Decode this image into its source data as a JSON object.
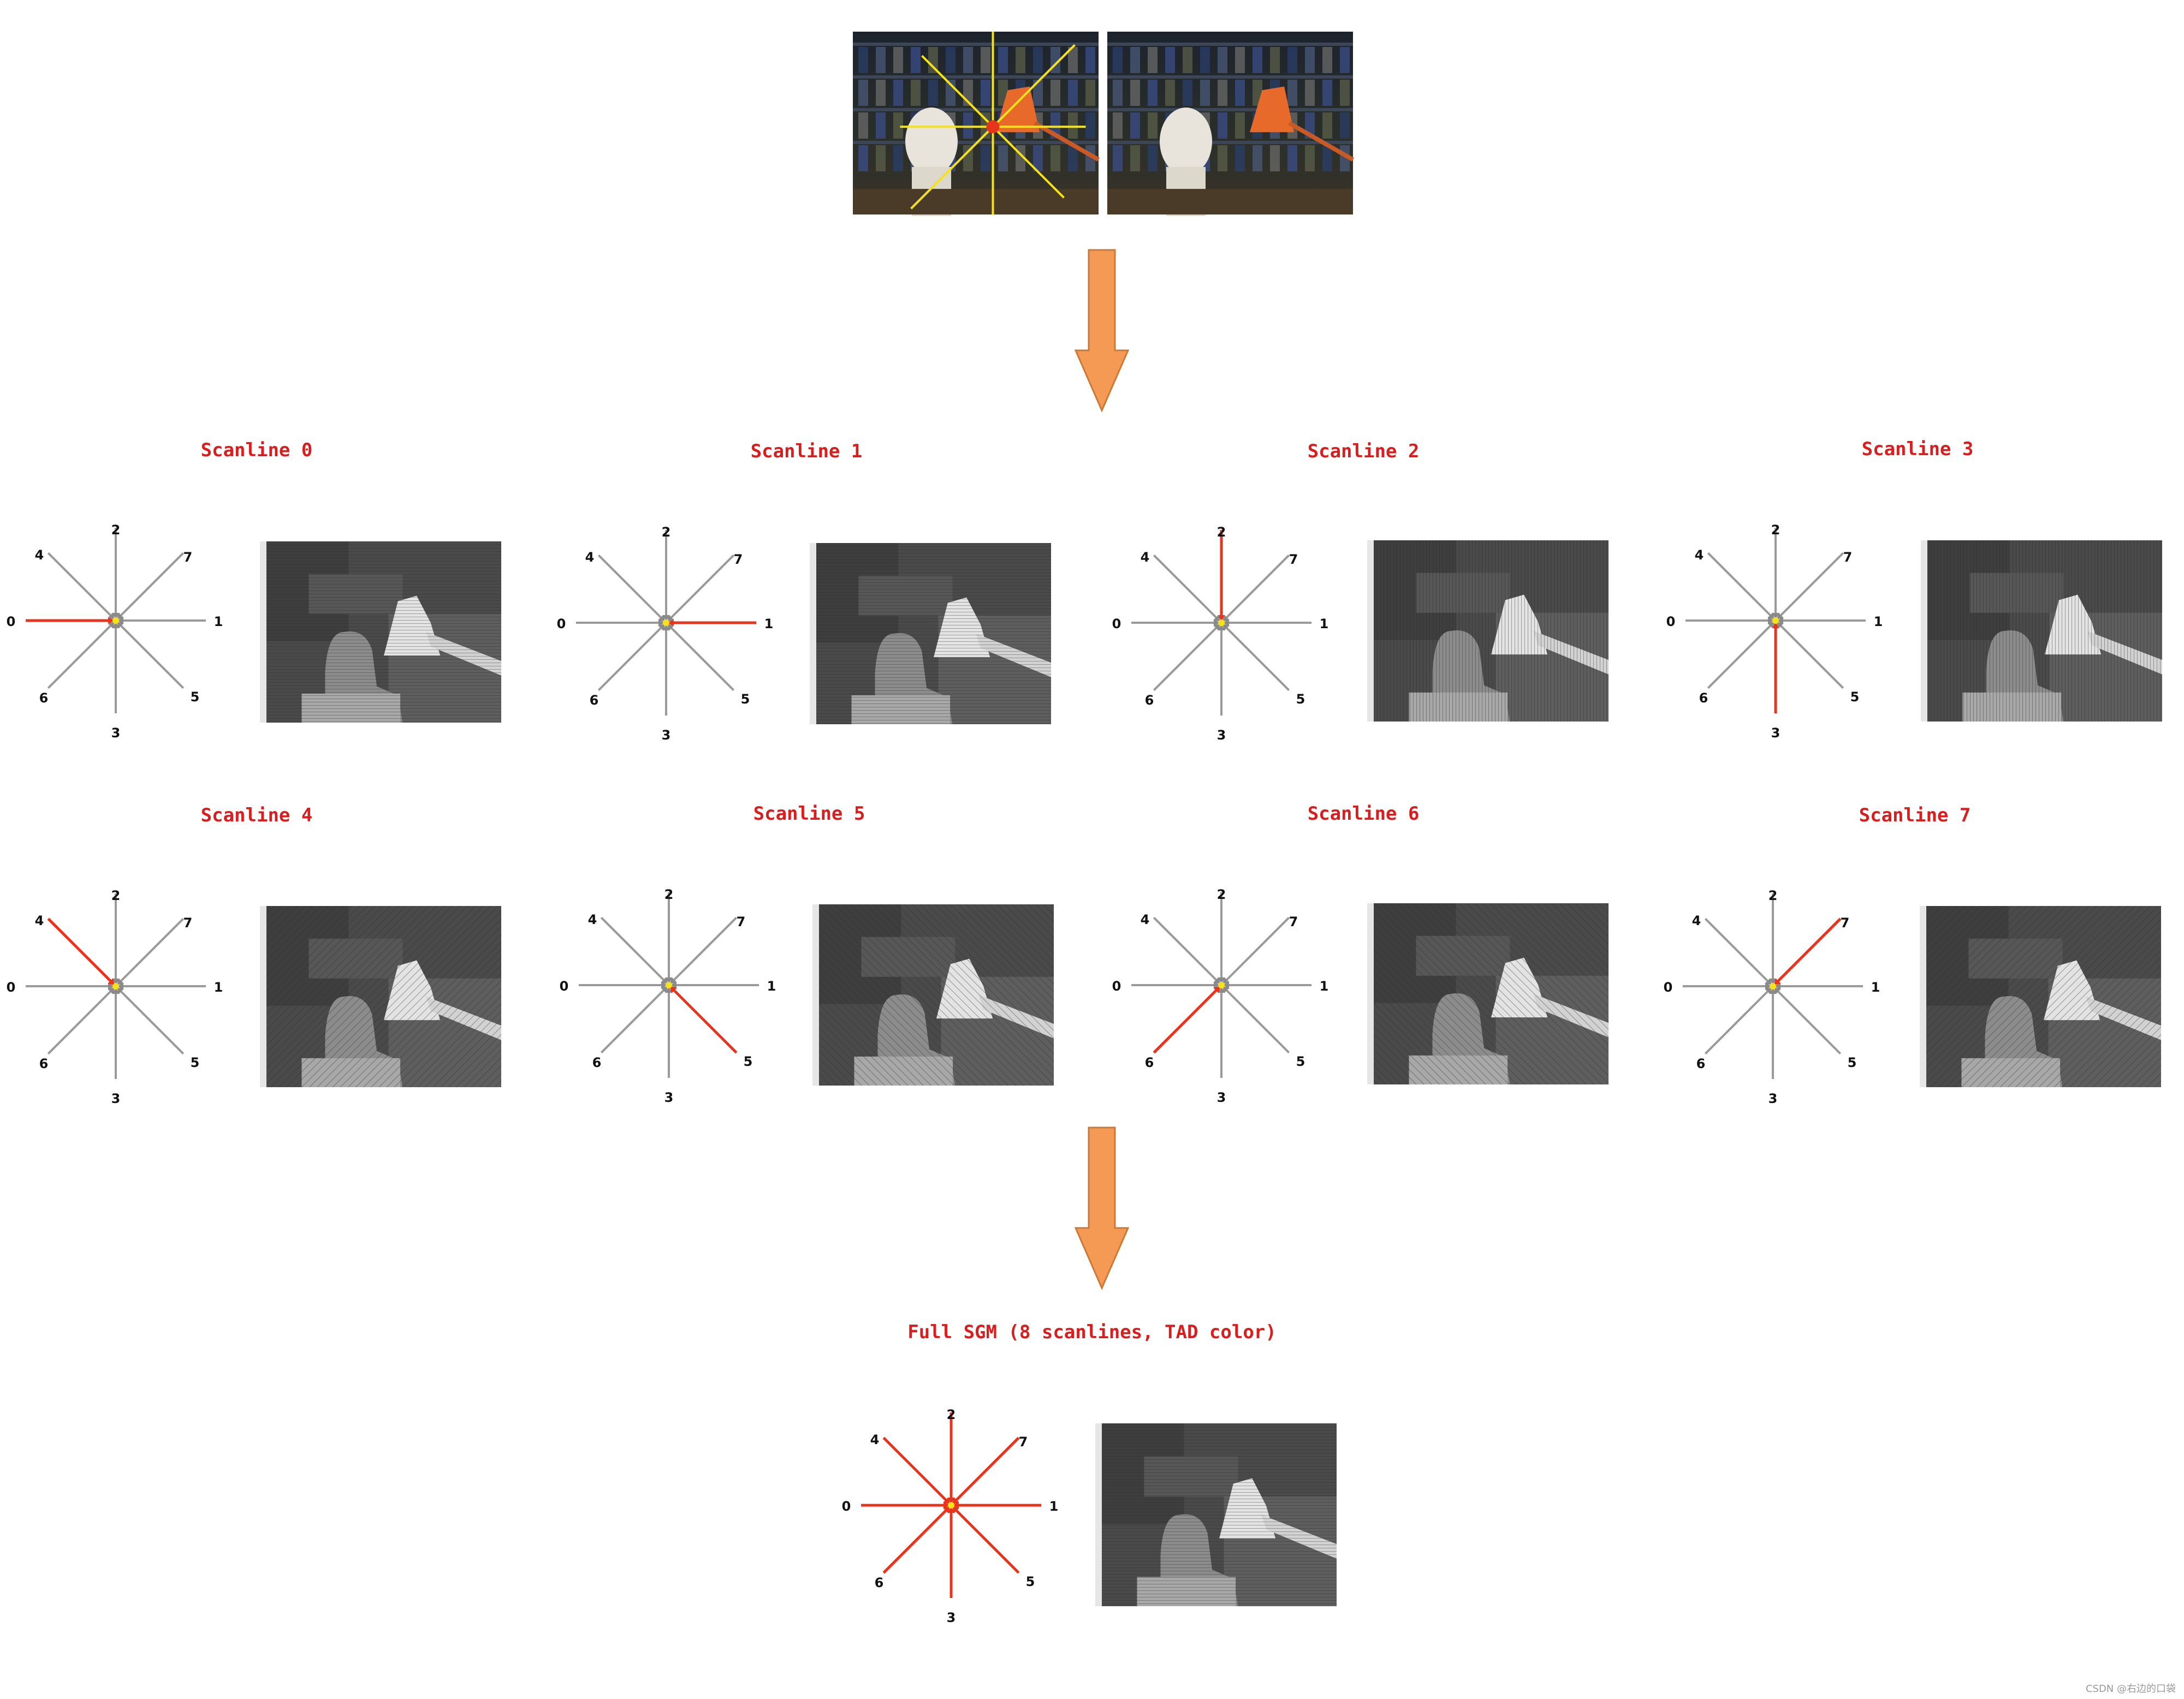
{
  "colors": {
    "highlight": "#e8341c",
    "ray_gray": "#9a9a9a",
    "arrow_fill": "#f49a55",
    "arrow_stroke": "#c9793a",
    "title_red": "#d81e1e",
    "scanline_yellow": "#f5e21a"
  },
  "top_images": {
    "left": "stereo-left-photo",
    "right": "stereo-right-photo"
  },
  "direction_labels": [
    "0",
    "1",
    "2",
    "3",
    "4",
    "5",
    "6",
    "7"
  ],
  "panels": [
    {
      "title": "Scanline 0",
      "highlight": [
        0
      ]
    },
    {
      "title": "Scanline 1",
      "highlight": [
        1
      ]
    },
    {
      "title": "Scanline 2",
      "highlight": [
        2
      ]
    },
    {
      "title": "Scanline 3",
      "highlight": [
        3
      ]
    },
    {
      "title": "Scanline 4",
      "highlight": [
        4
      ]
    },
    {
      "title": "Scanline 5",
      "highlight": [
        5
      ]
    },
    {
      "title": "Scanline 6",
      "highlight": [
        6
      ]
    },
    {
      "title": "Scanline 7",
      "highlight": [
        7
      ]
    }
  ],
  "final": {
    "title": "Full SGM (8 scanlines, TAD color)",
    "highlight": [
      0,
      1,
      2,
      3,
      4,
      5,
      6,
      7
    ]
  },
  "watermark": "CSDN @右边的口袋"
}
